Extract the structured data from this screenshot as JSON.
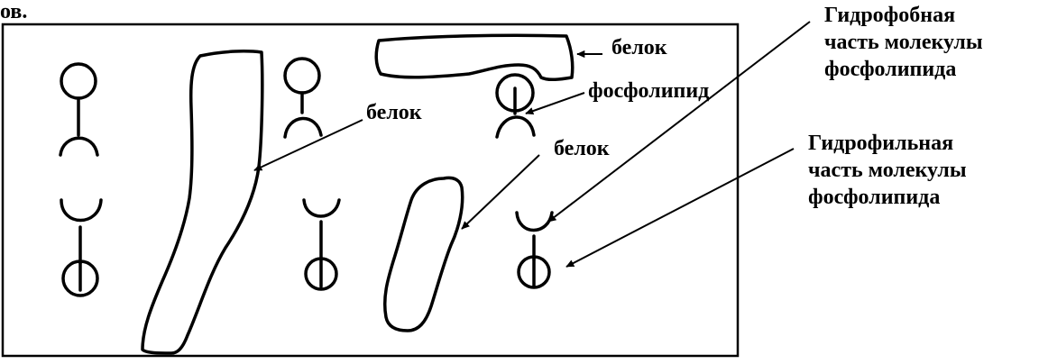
{
  "header_fragment": "ов.",
  "labels": {
    "protein_top": "белок",
    "phospholipid": "фосфолипид",
    "protein_left": "белок",
    "protein_right": "белок",
    "hydrophobic": [
      "Гидрофобная",
      "часть молекулы",
      "фосфолипида"
    ],
    "hydrophilic": [
      "Гидрофильная",
      "часть молекулы",
      "фосфолипида"
    ]
  },
  "colors": {
    "ink": "#000000",
    "background": "#ffffff"
  }
}
